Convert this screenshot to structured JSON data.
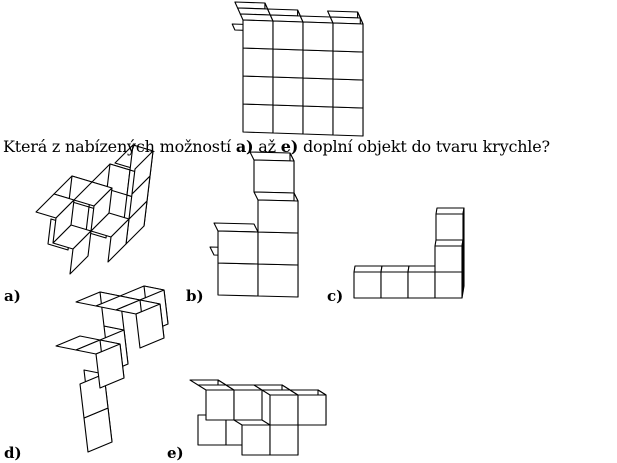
{
  "question": {
    "prefix": "Která z nabízených možností ",
    "from_option": "a)",
    "middle": " až ",
    "to_option": "e)",
    "suffix": " doplní objekt do tvaru krychle?"
  },
  "options": [
    {
      "id": "a",
      "label": "a)"
    },
    {
      "id": "b",
      "label": "b)"
    },
    {
      "id": "c",
      "label": "c)"
    },
    {
      "id": "d",
      "label": "d)"
    },
    {
      "id": "e",
      "label": "e)"
    }
  ]
}
